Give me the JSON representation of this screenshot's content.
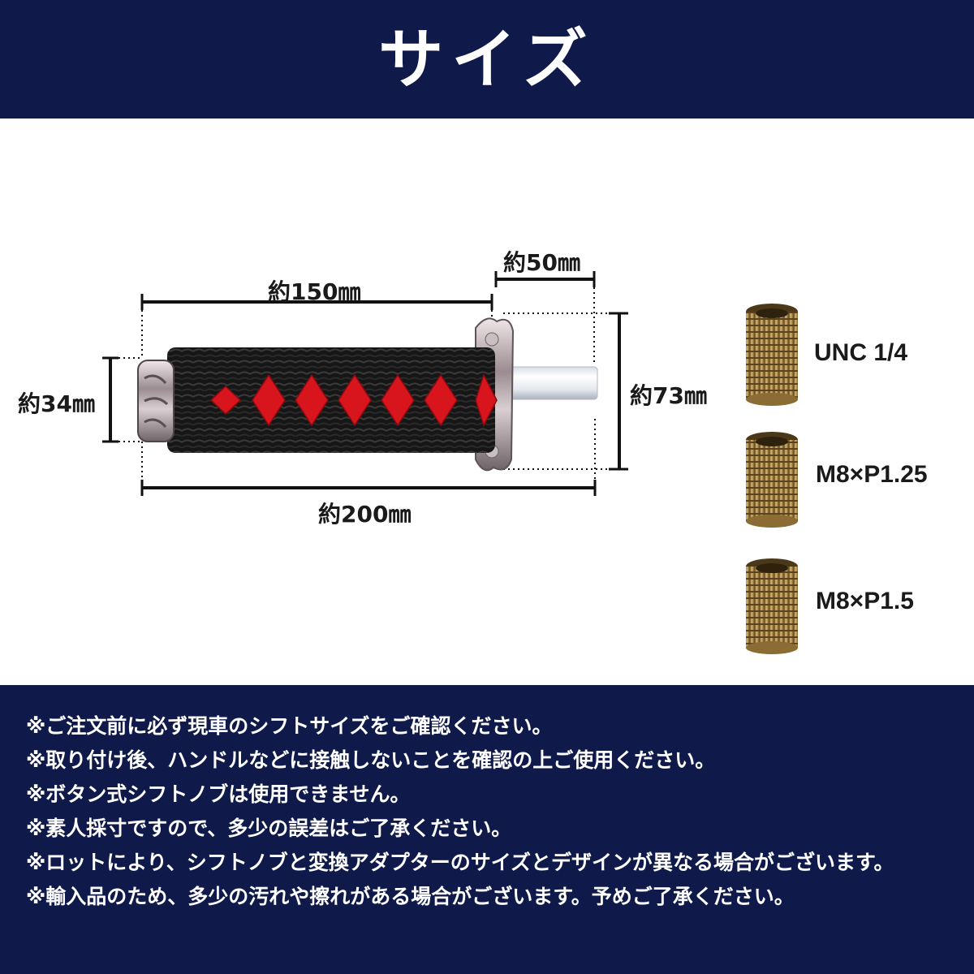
{
  "header": {
    "title": "サイズ"
  },
  "dimensions": {
    "grip_length": "約150㎜",
    "shaft_length": "約50㎜",
    "diameter": "約34㎜",
    "guard_height": "約73㎜",
    "total_length": "約200㎜"
  },
  "adapters": [
    {
      "label": "UNC 1/4"
    },
    {
      "label": "M8×P1.25"
    },
    {
      "label": "M8×P1.5"
    }
  ],
  "notes": [
    "※ご注文前に必ず現車のシフトサイズをご確認ください。",
    "※取り付け後、ハンドルなどに接触しないことを確認の上ご使用ください。",
    "※ボタン式シフトノブは使用できません。",
    "※素人採寸ですので、多少の誤差はご了承ください。",
    "※ロットにより、シフトノブと変換アダプターのサイズとデザインが異なる場合がございます。",
    "※輸入品のため、多少の汚れや擦れがある場合がございます。予めご了承ください。"
  ],
  "colors": {
    "banner": "#0f1a4a",
    "wrap_black": "#161616",
    "diamond_red": "#d8141c",
    "brass": "#b08d4a"
  },
  "icons": [
    "katana-shift-knob-image",
    "brass-adapter-image"
  ]
}
